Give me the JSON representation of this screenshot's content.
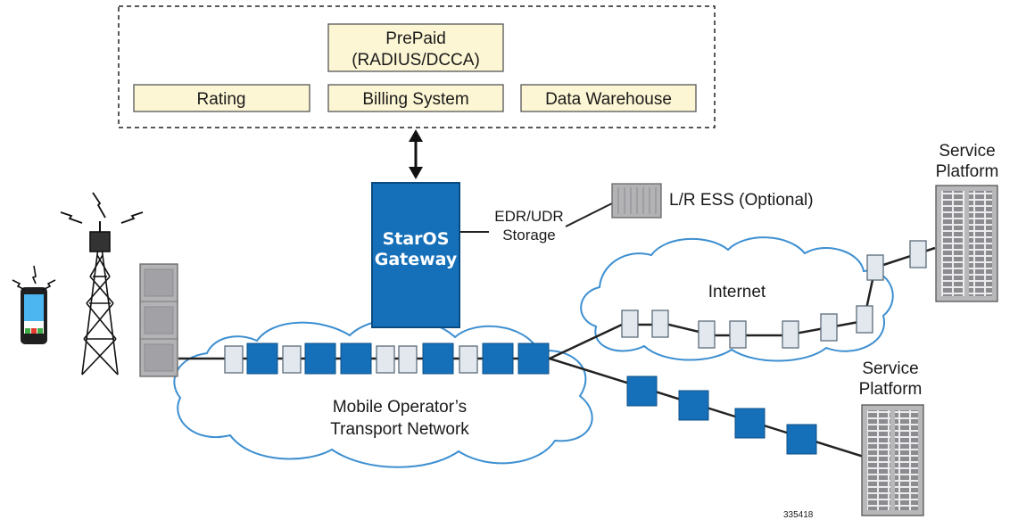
{
  "billing_group": {
    "prepaid_line1": "PrePaid",
    "prepaid_line2": "(RADIUS/DCCA)",
    "rating": "Rating",
    "billing_system": "Billing System",
    "data_warehouse": "Data Warehouse"
  },
  "gateway": {
    "line1": "StarOS",
    "line2": "Gateway"
  },
  "edr_storage": {
    "line1": "EDR/UDR",
    "line2": "Storage"
  },
  "ess": {
    "label": "L/R ESS (Optional)"
  },
  "internet": {
    "label": "Internet"
  },
  "transport": {
    "line1": "Mobile Operator’s",
    "line2": "Transport Network"
  },
  "service_platform_top": {
    "line1": "Service",
    "line2": "Platform"
  },
  "service_platform_bottom": {
    "line1": "Service",
    "line2": "Platform"
  },
  "figure_id": "335418",
  "colors": {
    "accent_blue": "#1670b9",
    "box_fill": "#fdf6d4",
    "light_box": "#e3e8ee",
    "cloud_stroke": "#3d8fd1",
    "server_gray": "#a9a9ab"
  }
}
